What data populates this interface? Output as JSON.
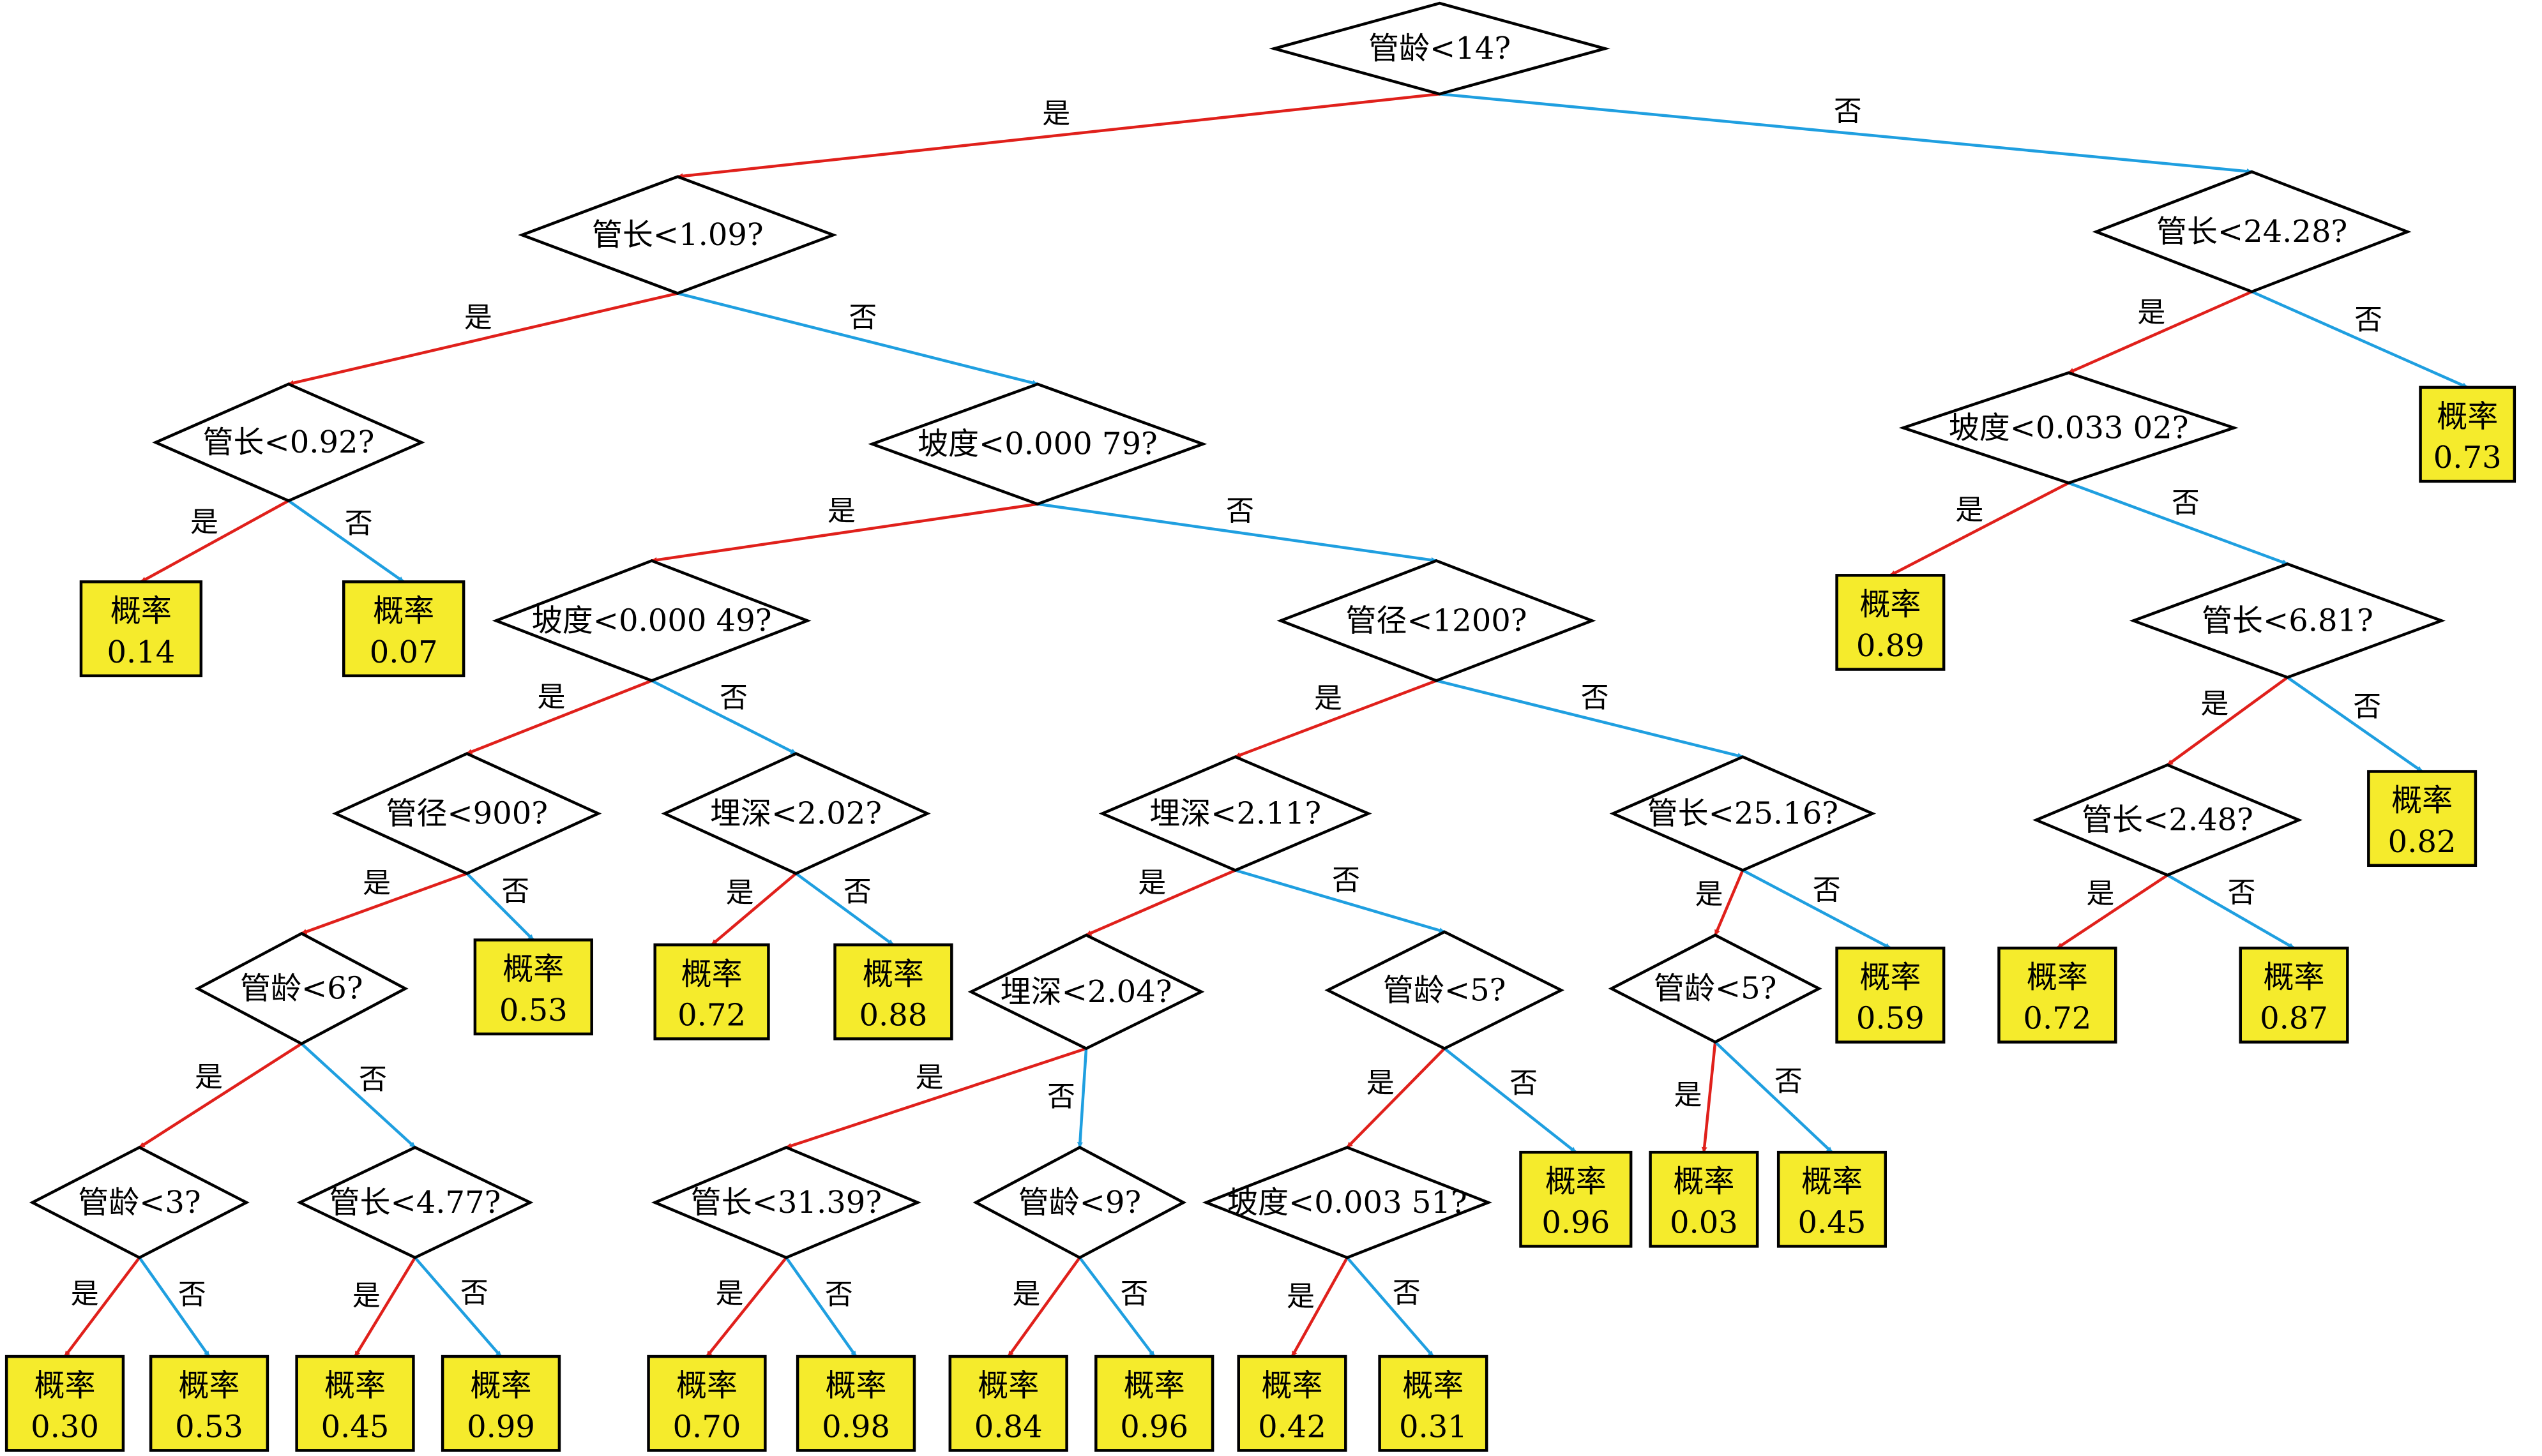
{
  "labels": {
    "yes": "是",
    "no": "否",
    "prob": "概率"
  },
  "colors": {
    "yes": "#e0201b",
    "no": "#1f9fe0",
    "leaf_fill": "#f5eb2c",
    "stroke": "#000000"
  },
  "nodes": {
    "n_root": {
      "type": "decision",
      "text": "管龄<14?"
    },
    "n_a": {
      "type": "decision",
      "text": "管长<1.09?"
    },
    "n_b": {
      "type": "decision",
      "text": "管长<24.28?"
    },
    "n_c": {
      "type": "decision",
      "text": "管长<0.92?"
    },
    "n_d": {
      "type": "decision",
      "text": "坡度<0.000 79?"
    },
    "n_e": {
      "type": "decision",
      "text": "坡度<0.033 02?"
    },
    "l_073": {
      "type": "leaf",
      "value": "0.73"
    },
    "l_014": {
      "type": "leaf",
      "value": "0.14"
    },
    "l_007": {
      "type": "leaf",
      "value": "0.07"
    },
    "n_f": {
      "type": "decision",
      "text": "坡度<0.000 49?"
    },
    "n_g": {
      "type": "decision",
      "text": "管径<1200?"
    },
    "l_089": {
      "type": "leaf",
      "value": "0.89"
    },
    "n_h": {
      "type": "decision",
      "text": "管长<6.81?"
    },
    "n_i": {
      "type": "decision",
      "text": "管径<900?"
    },
    "n_j": {
      "type": "decision",
      "text": "埋深<2.02?"
    },
    "n_k": {
      "type": "decision",
      "text": "埋深<2.11?"
    },
    "n_l": {
      "type": "decision",
      "text": "管长<25.16?"
    },
    "n_m": {
      "type": "decision",
      "text": "管长<2.48?"
    },
    "l_082": {
      "type": "leaf",
      "value": "0.82"
    },
    "n_n": {
      "type": "decision",
      "text": "管龄<6?"
    },
    "l_053a": {
      "type": "leaf",
      "value": "0.53"
    },
    "l_072a": {
      "type": "leaf",
      "value": "0.72"
    },
    "l_088": {
      "type": "leaf",
      "value": "0.88"
    },
    "n_o": {
      "type": "decision",
      "text": "埋深<2.04?"
    },
    "n_p": {
      "type": "decision",
      "text": "管龄<5?"
    },
    "n_q": {
      "type": "decision",
      "text": "管龄<5?"
    },
    "l_059": {
      "type": "leaf",
      "value": "0.59"
    },
    "l_072b": {
      "type": "leaf",
      "value": "0.72"
    },
    "l_087": {
      "type": "leaf",
      "value": "0.87"
    },
    "n_r": {
      "type": "decision",
      "text": "管龄<3?"
    },
    "n_s": {
      "type": "decision",
      "text": "管长<4.77?"
    },
    "n_t": {
      "type": "decision",
      "text": "管长<31.39?"
    },
    "n_u": {
      "type": "decision",
      "text": "管龄<9?"
    },
    "n_v": {
      "type": "decision",
      "text": "坡度<0.003 51?"
    },
    "l_096a": {
      "type": "leaf",
      "value": "0.96"
    },
    "l_003": {
      "type": "leaf",
      "value": "0.03"
    },
    "l_045a": {
      "type": "leaf",
      "value": "0.45"
    },
    "l_030": {
      "type": "leaf",
      "value": "0.30"
    },
    "l_053b": {
      "type": "leaf",
      "value": "0.53"
    },
    "l_045b": {
      "type": "leaf",
      "value": "0.45"
    },
    "l_099": {
      "type": "leaf",
      "value": "0.99"
    },
    "l_070": {
      "type": "leaf",
      "value": "0.70"
    },
    "l_098": {
      "type": "leaf",
      "value": "0.98"
    },
    "l_084": {
      "type": "leaf",
      "value": "0.84"
    },
    "l_096b": {
      "type": "leaf",
      "value": "0.96"
    },
    "l_042": {
      "type": "leaf",
      "value": "0.42"
    },
    "l_031": {
      "type": "leaf",
      "value": "0.31"
    }
  },
  "edges": [
    {
      "from": "n_root",
      "to": "n_a",
      "branch": "yes"
    },
    {
      "from": "n_root",
      "to": "n_b",
      "branch": "no"
    },
    {
      "from": "n_a",
      "to": "n_c",
      "branch": "yes"
    },
    {
      "from": "n_a",
      "to": "n_d",
      "branch": "no"
    },
    {
      "from": "n_b",
      "to": "n_e",
      "branch": "yes"
    },
    {
      "from": "n_b",
      "to": "l_073",
      "branch": "no"
    },
    {
      "from": "n_c",
      "to": "l_014",
      "branch": "yes"
    },
    {
      "from": "n_c",
      "to": "l_007",
      "branch": "no"
    },
    {
      "from": "n_d",
      "to": "n_f",
      "branch": "yes"
    },
    {
      "from": "n_d",
      "to": "n_g",
      "branch": "no"
    },
    {
      "from": "n_e",
      "to": "l_089",
      "branch": "yes"
    },
    {
      "from": "n_e",
      "to": "n_h",
      "branch": "no"
    },
    {
      "from": "n_f",
      "to": "n_i",
      "branch": "yes"
    },
    {
      "from": "n_f",
      "to": "n_j",
      "branch": "no"
    },
    {
      "from": "n_g",
      "to": "n_k",
      "branch": "yes"
    },
    {
      "from": "n_g",
      "to": "n_l",
      "branch": "no"
    },
    {
      "from": "n_h",
      "to": "n_m",
      "branch": "yes"
    },
    {
      "from": "n_h",
      "to": "l_082",
      "branch": "no"
    },
    {
      "from": "n_i",
      "to": "n_n",
      "branch": "yes"
    },
    {
      "from": "n_i",
      "to": "l_053a",
      "branch": "no"
    },
    {
      "from": "n_j",
      "to": "l_072a",
      "branch": "yes"
    },
    {
      "from": "n_j",
      "to": "l_088",
      "branch": "no"
    },
    {
      "from": "n_k",
      "to": "n_o",
      "branch": "yes"
    },
    {
      "from": "n_k",
      "to": "n_p",
      "branch": "no"
    },
    {
      "from": "n_l",
      "to": "n_q",
      "branch": "yes"
    },
    {
      "from": "n_l",
      "to": "l_059",
      "branch": "no"
    },
    {
      "from": "n_m",
      "to": "l_072b",
      "branch": "yes"
    },
    {
      "from": "n_m",
      "to": "l_087",
      "branch": "no"
    },
    {
      "from": "n_n",
      "to": "n_r",
      "branch": "yes"
    },
    {
      "from": "n_n",
      "to": "n_s",
      "branch": "no"
    },
    {
      "from": "n_o",
      "to": "n_t",
      "branch": "yes"
    },
    {
      "from": "n_o",
      "to": "n_u",
      "branch": "no"
    },
    {
      "from": "n_p",
      "to": "n_v",
      "branch": "yes"
    },
    {
      "from": "n_p",
      "to": "l_096a",
      "branch": "no"
    },
    {
      "from": "n_q",
      "to": "l_003",
      "branch": "yes"
    },
    {
      "from": "n_q",
      "to": "l_045a",
      "branch": "no"
    },
    {
      "from": "n_r",
      "to": "l_030",
      "branch": "yes"
    },
    {
      "from": "n_r",
      "to": "l_053b",
      "branch": "no"
    },
    {
      "from": "n_s",
      "to": "l_045b",
      "branch": "yes"
    },
    {
      "from": "n_s",
      "to": "l_099",
      "branch": "no"
    },
    {
      "from": "n_t",
      "to": "l_070",
      "branch": "yes"
    },
    {
      "from": "n_t",
      "to": "l_098",
      "branch": "no"
    },
    {
      "from": "n_u",
      "to": "l_084",
      "branch": "yes"
    },
    {
      "from": "n_u",
      "to": "l_096b",
      "branch": "no"
    },
    {
      "from": "n_v",
      "to": "l_042",
      "branch": "yes"
    },
    {
      "from": "n_v",
      "to": "l_031",
      "branch": "no"
    }
  ]
}
